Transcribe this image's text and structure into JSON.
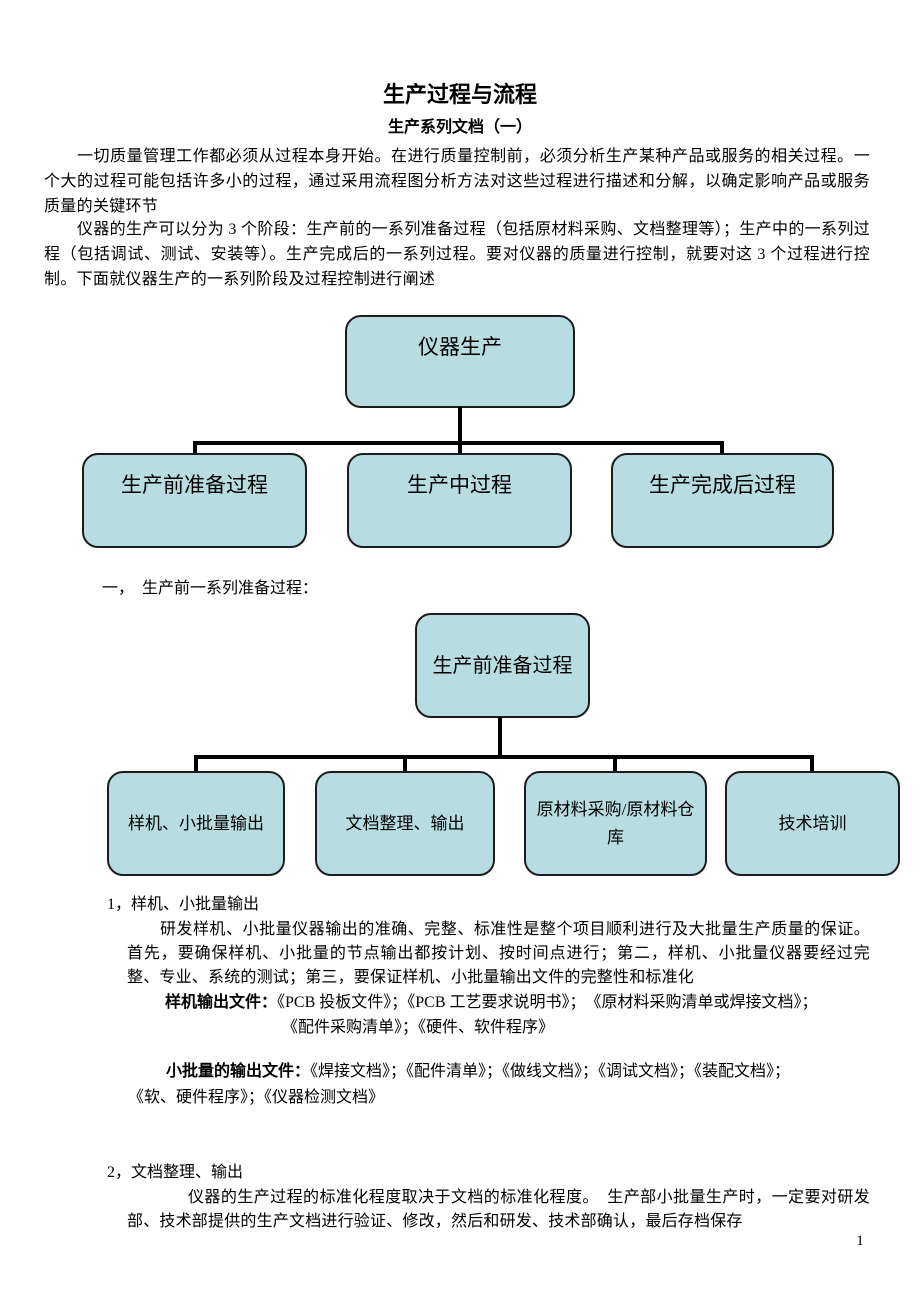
{
  "doc": {
    "title": "生产过程与流程",
    "subtitle": "生产系列文档（一）",
    "para1": "一切质量管理工作都必须从过程本身开始。在进行质量控制前，必须分析生产某种产品或服务的相关过程。一个大的过程可能包括许多小的过程，通过采用流程图分析方法对这些过程进行描述和分解，以确定影响产品或服务质量的关键环节",
    "para2": "仪器的生产可以分为 3 个阶段：生产前的一系列准备过程（包括原材料采购、文档整理等）；生产中的一系列过程（包括调试、测试、安装等）。生产完成后的一系列过程。要对仪器的质量进行控制，就要对这 3 个过程进行控制。下面就仪器生产的一系列阶段及过程控制进行阐述",
    "list_intro": "一，　生产前一系列准备过程：",
    "page_number": "1"
  },
  "chart1": {
    "type": "org-flowchart",
    "root": "仪器生产",
    "children": [
      "生产前准备过程",
      "生产中过程",
      "生产完成后过程"
    ]
  },
  "chart2": {
    "type": "org-flowchart",
    "root": "生产前准备过程",
    "children": [
      "样机、小批量输出",
      "文档整理、输出",
      "原材料采购/原材料仓库",
      "技术培训"
    ]
  },
  "section1": {
    "heading": "1，样机、小批量输出",
    "body": "研发样机、小批量仪器输出的准确、完整、标准性是整个项目顺利进行及大批量生产质量的保证。首先，要确保样机、小批量的节点输出都按计划、按时间点进行；第二，样机、小批量仪器要经过完整、专业、系统的测试；第三，要保证样机、小批量输出文件的完整性和标准化",
    "sample_label": "样机输出文件：",
    "sample_line1": "《PCB 投板文件》；《PCB 工艺要求说明书》；　《原材料采购清单或焊接文档》；",
    "sample_line2": "《配件采购清单》；《硬件、软件程序》",
    "small_batch_label": "小批量的输出文件：",
    "small_batch_line1": "《焊接文档》；《配件清单》；《做线文档》；《调试文档》；《装配文档》；",
    "small_batch_line2": "《软、硬件程序》；《仪器检测文档》"
  },
  "section2": {
    "heading": "2，文档整理、输出",
    "body": "仪器的生产过程的标准化程度取决于文档的标准化程度。　生产部小批量生产时，一定要对研发部、技术部提供的生产文档进行验证、修改，然后和研发、技术部确认，最后存档保存"
  },
  "colors": {
    "box_fill": "#b7dde2",
    "box_border": "#1c1c1c",
    "connector": "#000000",
    "page_bg": "#ffffff",
    "text": "#000000"
  }
}
